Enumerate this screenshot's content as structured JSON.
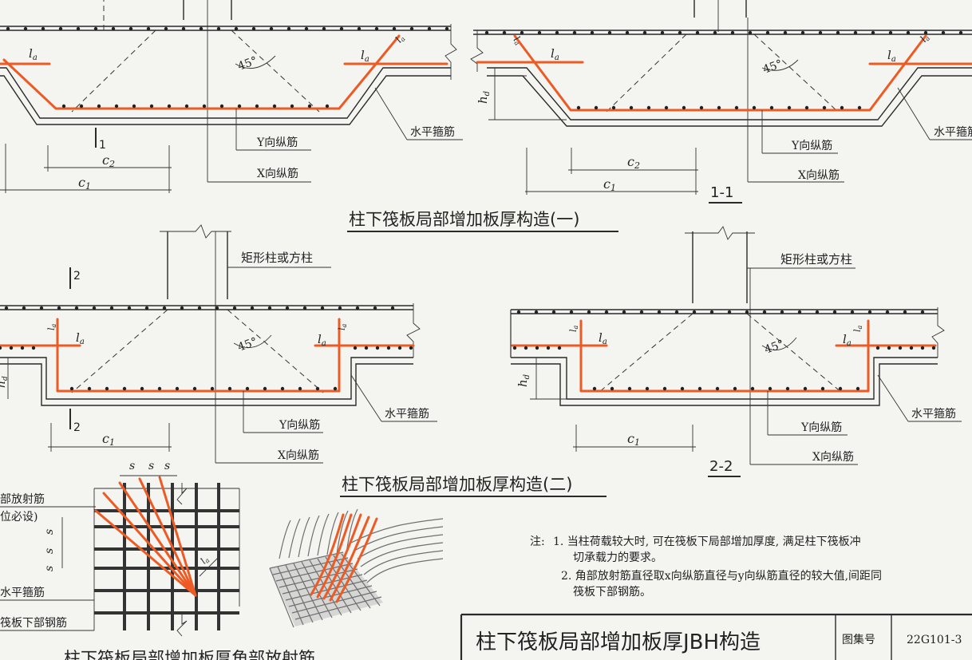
{
  "diagram1": {
    "caption": "柱下筏板局部增加板厚构造(一)",
    "la": "l",
    "la_sub": "a",
    "angle": "45°",
    "c2": "c",
    "c2_sub": "2",
    "c1": "c",
    "c1_sub": "1",
    "hd": "h",
    "hd_sub": "d",
    "y_bar": "Y向纵筋",
    "x_bar": "X向纵筋",
    "stirrup": "水平箍筋",
    "mark": "1",
    "section": "1-1"
  },
  "diagram2": {
    "caption": "柱下筏板局部增加板厚构造(二)",
    "column": "矩形柱或方柱",
    "la": "l",
    "la_sub": "a",
    "angle": "45°",
    "c1": "c",
    "c1_sub": "1",
    "hd": "h",
    "hd_sub": "d",
    "y_bar": "Y向纵筋",
    "x_bar": "X向纵筋",
    "stirrup": "水平箍筋",
    "mark": "2",
    "section": "2-2"
  },
  "diagram3": {
    "caption": "柱下筏板局部增加板厚角部放射筋",
    "radial": "部放射筋",
    "radial_note": "位必设)",
    "stirrup": "水平箍筋",
    "bottom_bar": "筏板下部钢筋",
    "s": "s",
    "la": "l",
    "la_sub": "a"
  },
  "notes": {
    "prefix": "注:",
    "n1a": "1. 当柱荷载较大时, 可在筏板下局部增加厚度, 满足柱下筏板冲",
    "n1b": "切承载力的要求。",
    "n2a": "2. 角部放射筋直径取x向纵筋直径与y向纵筋直径的较大值,间距同",
    "n2b": "筏板下部钢筋。"
  },
  "title_block": {
    "title": "柱下筏板局部增加板厚JBH构造",
    "atlas_label": "图集号",
    "atlas_no": "22G101-3"
  },
  "colors": {
    "rebar": "#ee5a24",
    "line": "#2a2a2a",
    "paper": "#f4f4f1"
  }
}
